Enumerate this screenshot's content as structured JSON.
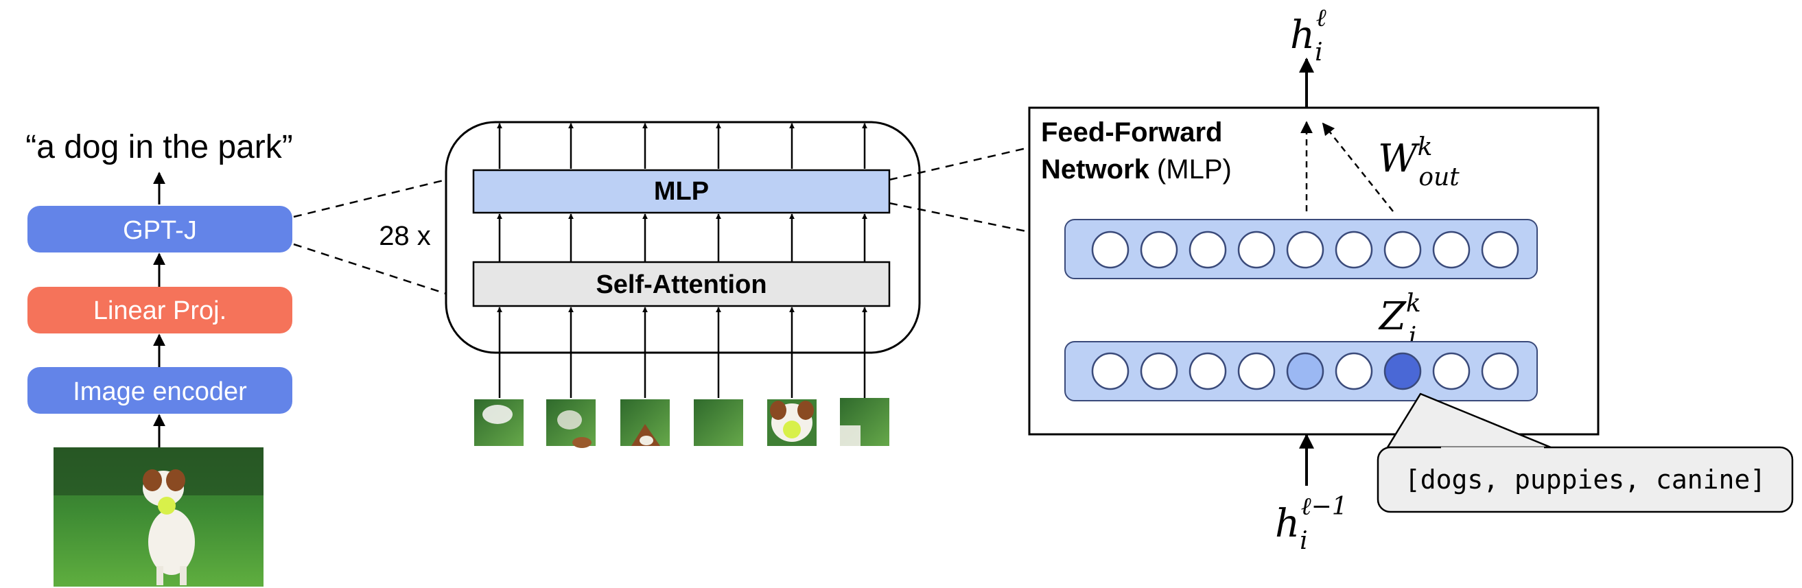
{
  "pipeline": {
    "caption": "“a dog in the park”",
    "gptj_label": "GPT-J",
    "linear_proj_label": "Linear Proj.",
    "image_encoder_label": "Image encoder"
  },
  "transformer": {
    "repeat_label": "28 x",
    "mlp_label": "MLP",
    "attention_label": "Self-Attention"
  },
  "ffn": {
    "title_bold_1": "Feed-Forward",
    "title_bold_2": "Network",
    "title_normal": " (MLP)",
    "h_top_base": "h",
    "h_top_sub": "i",
    "h_top_sup": "ℓ",
    "w_base": "W",
    "w_sup": "k",
    "w_sub": "out",
    "z_base": "Z",
    "z_sup": "k",
    "z_sub": "i",
    "h_bottom_base": "h",
    "h_bottom_sub": "i",
    "h_bottom_sup": "ℓ−1",
    "tooltip": "[dogs, puppies, canine]"
  },
  "colors": {
    "blue_box": "#6384e8",
    "orange_box": "#f5735a",
    "mlp_fill": "#bcd0f5",
    "attention_fill": "#e6e6e6",
    "neuron_light": "#9bb8f3",
    "neuron_dark": "#4a68d6"
  }
}
